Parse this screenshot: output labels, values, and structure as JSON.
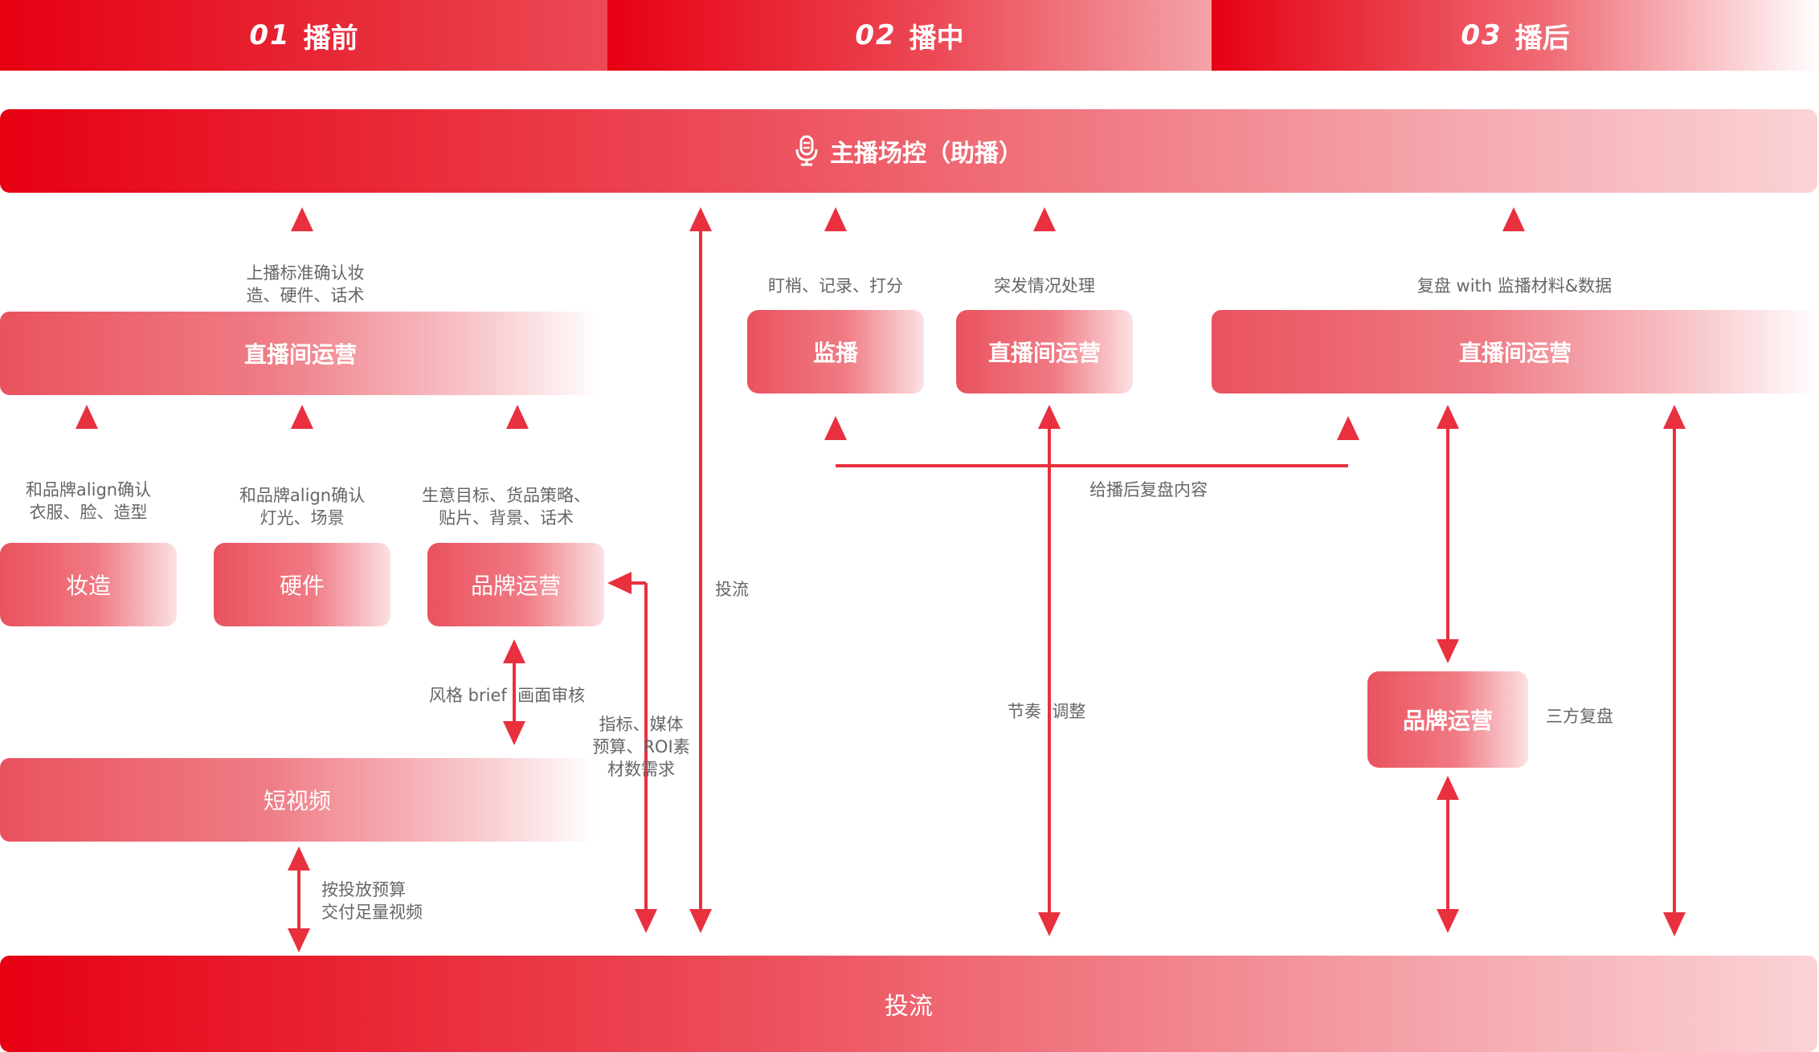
{
  "phases": [
    {
      "num": "01",
      "label": "播前"
    },
    {
      "num": "02",
      "label": "播中"
    },
    {
      "num": "03",
      "label": "播后"
    }
  ],
  "top_bar": {
    "label": "主播场控（助播）",
    "icon": "microphone-icon"
  },
  "bottom_bar": {
    "label": "投流"
  },
  "pre": {
    "live_ops": "直播间运营",
    "live_ops_note": [
      "上播标准确认妆",
      "造、硬件、话术"
    ],
    "makeup": "妆造",
    "makeup_note": [
      "和品牌align确认",
      "衣服、脸、造型"
    ],
    "hardware": "硬件",
    "hardware_note": [
      "和品牌align确认",
      "灯光、场景"
    ],
    "brand_ops": "品牌运营",
    "brand_ops_note": [
      "生意目标、货品策略、",
      "贴片、背景、话术"
    ],
    "style_note": "风格 brief  画面审核",
    "short_video": "短视频",
    "budget_note": [
      "按投放预算",
      "交付足量视频"
    ],
    "metrics_note": [
      "指标、媒体",
      "预算、ROI素",
      "材数需求"
    ],
    "traffic_note": "投流"
  },
  "during": {
    "monitor": "监播",
    "monitor_note": "盯梢、记录、打分",
    "live_ops": "直播间运营",
    "emergency_note": "突发情况处理",
    "review_content_note": "给播后复盘内容",
    "rhythm_note": "节奏  调整"
  },
  "post": {
    "live_ops": "直播间运营",
    "review_note": "复盘 with 监播材料&数据",
    "brand_ops": "品牌运营",
    "third_party_note": "三方复盘"
  },
  "colors": {
    "accent": "#e60012",
    "arrow": "#e8303f"
  }
}
